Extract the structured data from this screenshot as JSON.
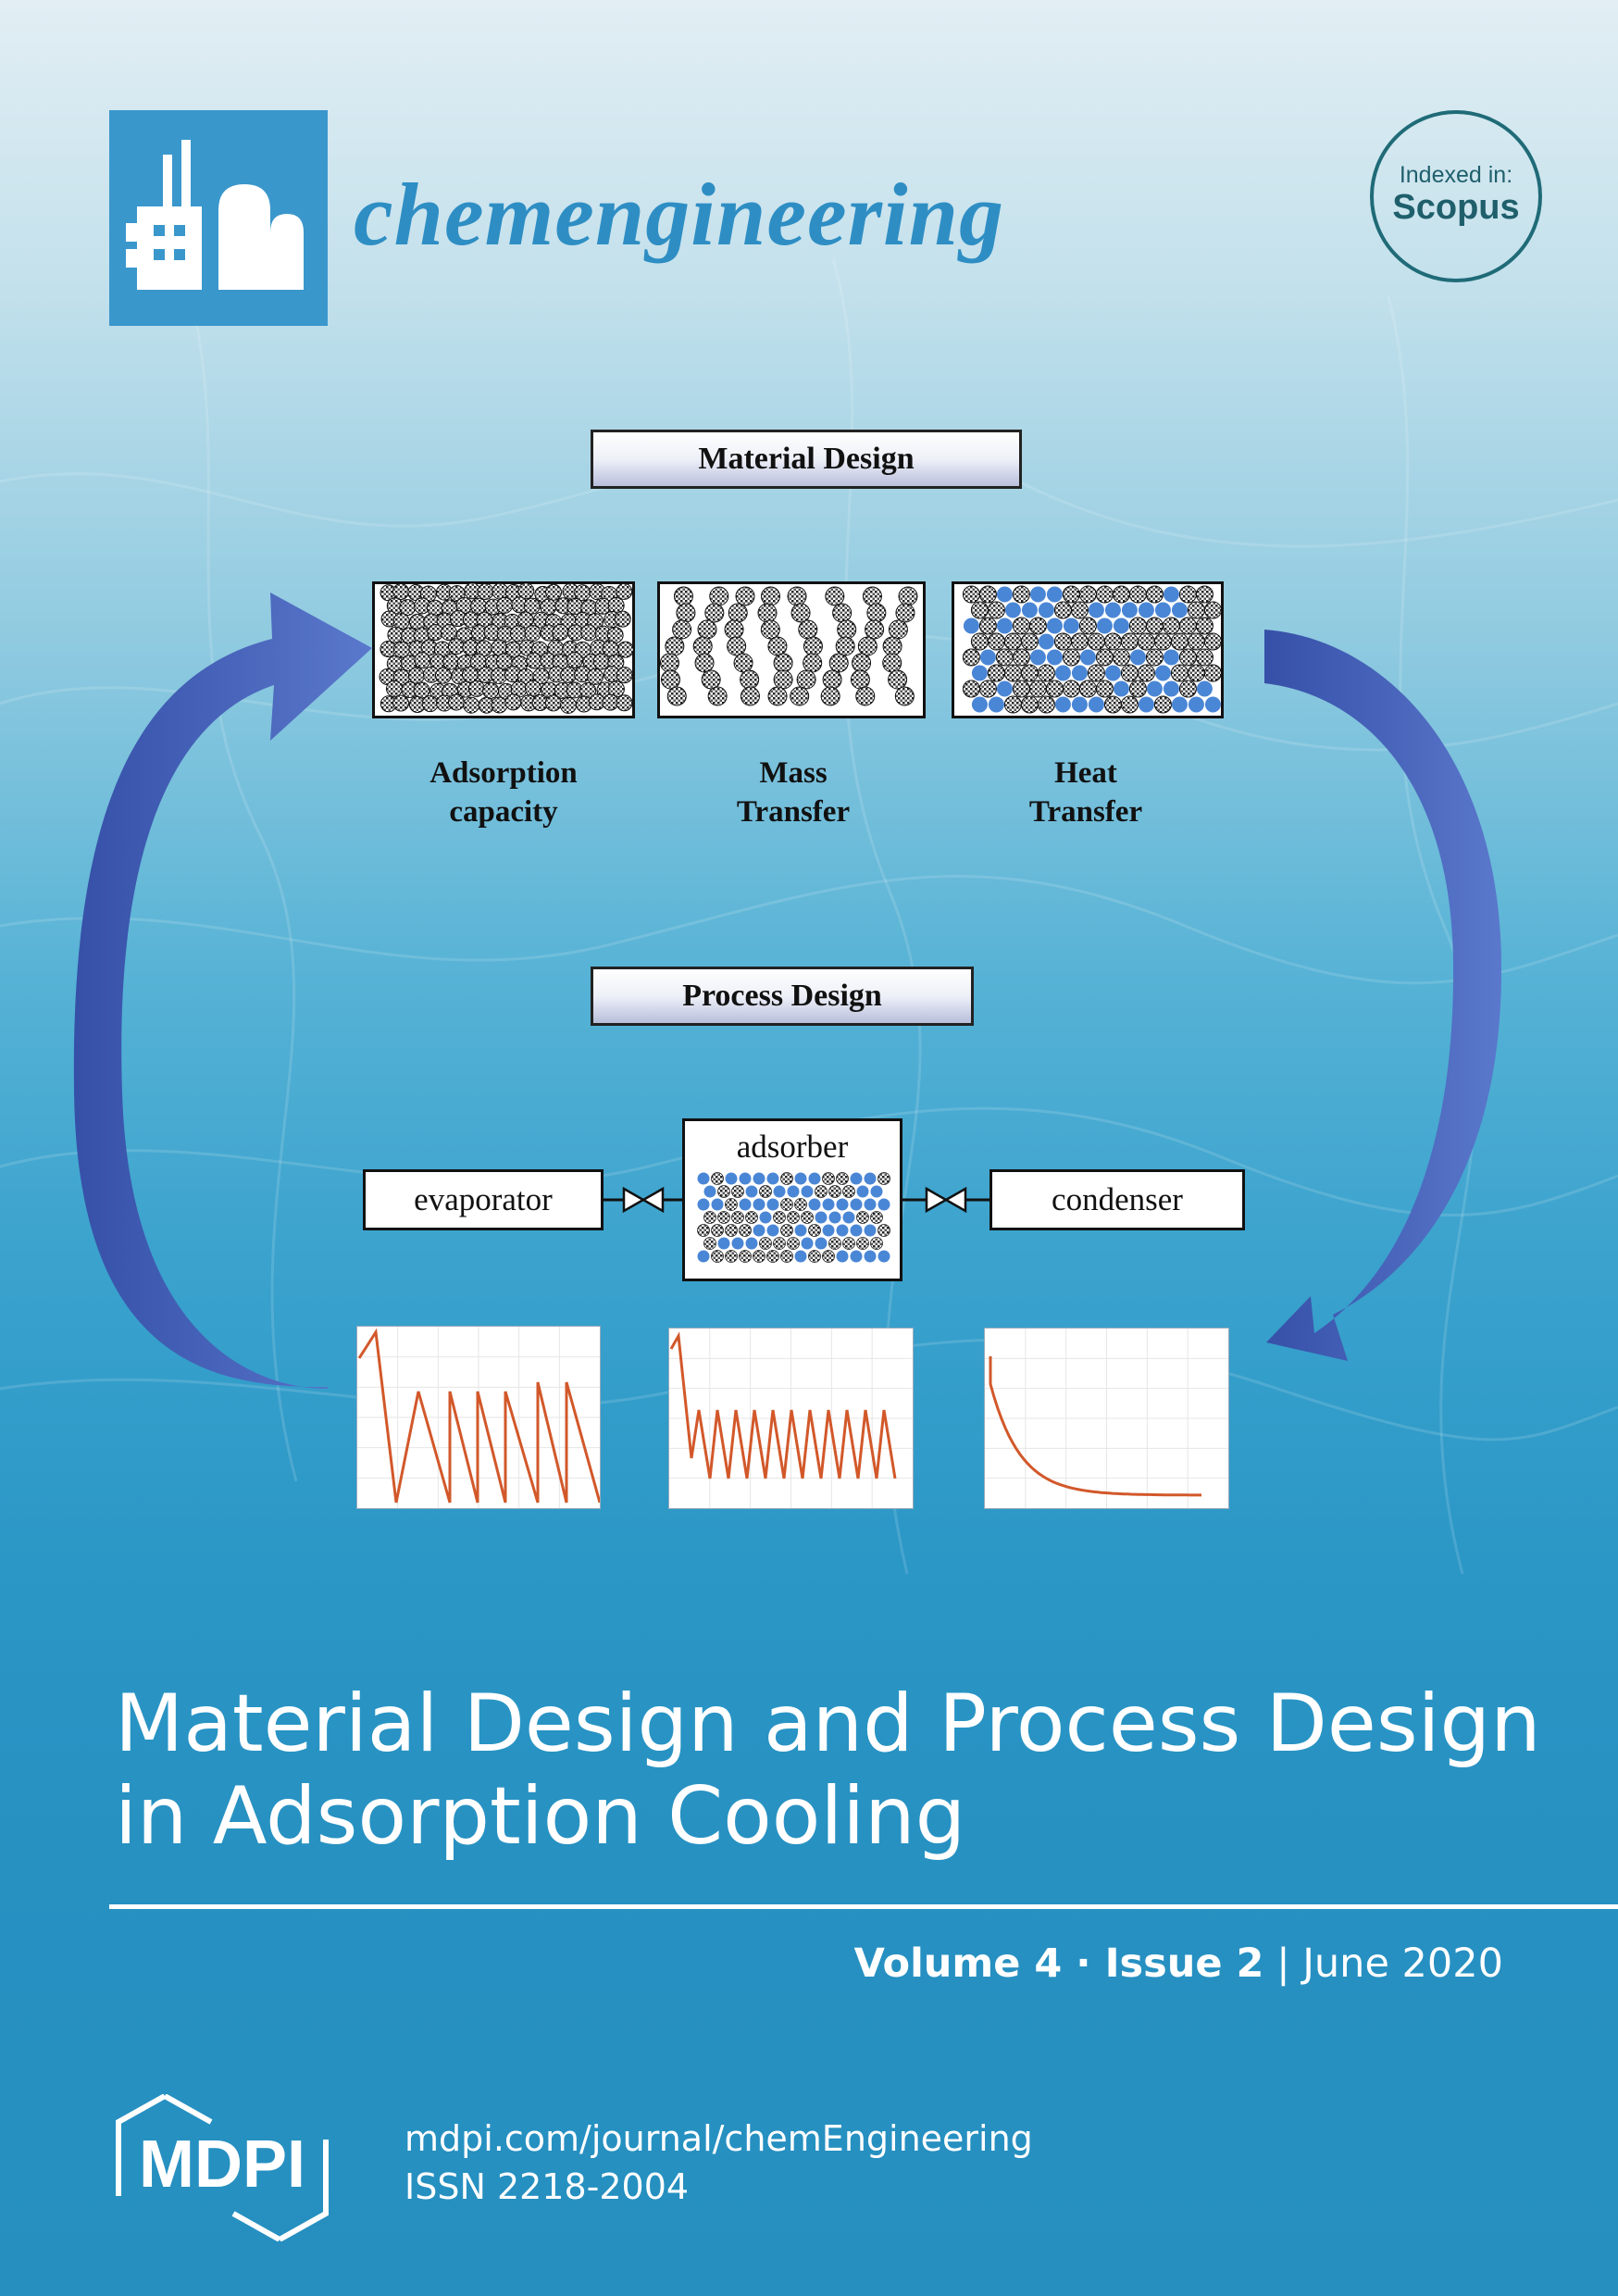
{
  "journal": {
    "name": "chemengineering",
    "logo_icon": "chemical-plant-icon"
  },
  "badge": {
    "line1": "Indexed in:",
    "line2": "Scopus"
  },
  "figure": {
    "material_design": "Material Design",
    "process_design": "Process Design",
    "panels": [
      {
        "line1": "Adsorption",
        "line2": "capacity"
      },
      {
        "line1": "Mass",
        "line2": "Transfer"
      },
      {
        "line1": "Heat",
        "line2": "Transfer"
      }
    ],
    "evaporator": "evaporator",
    "adsorber": "adsorber",
    "condenser": "condenser",
    "valve_icon": "valve-icon",
    "colors": {
      "arrow": "#4561b8",
      "dots": "#4a86d6",
      "curve": "#d2582a"
    }
  },
  "article_title": {
    "line1": "Material Design and Process Design",
    "line2": "in Adsorption Cooling"
  },
  "issue": {
    "volume": "Volume 4",
    "sep": " · ",
    "issue": "Issue 2",
    "bar": " | ",
    "date": "June 2020"
  },
  "footer": {
    "url": "mdpi.com/journal/chemEngineering",
    "issn": "ISSN  2218-2004",
    "publisher": "MDPI"
  }
}
